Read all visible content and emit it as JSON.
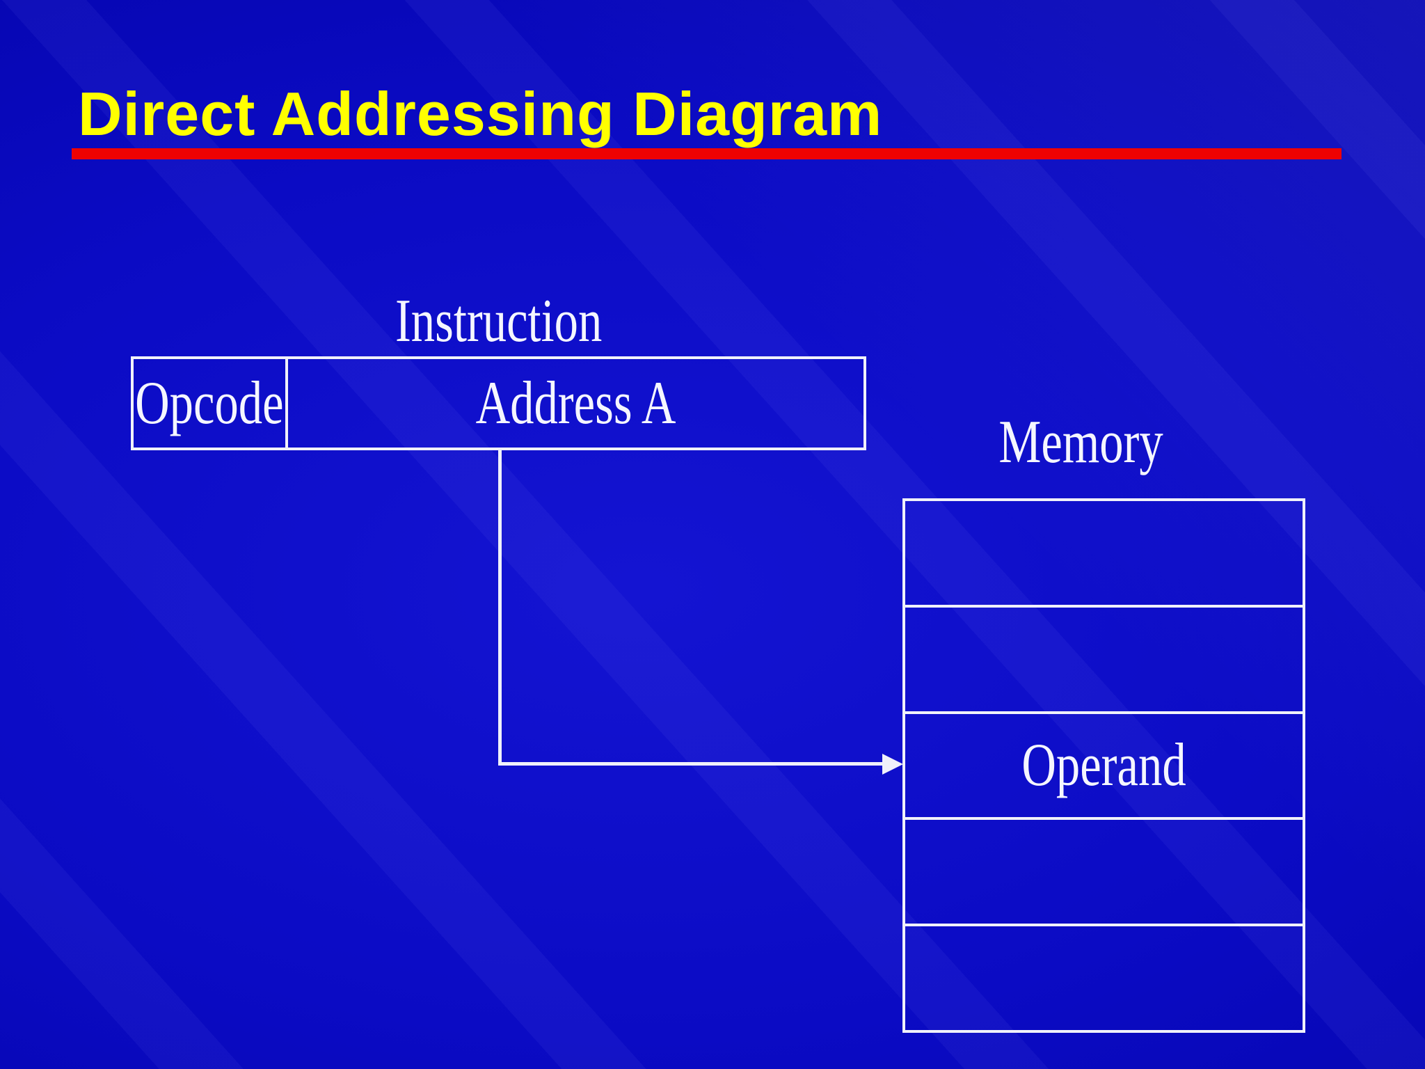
{
  "title": "Direct Addressing Diagram",
  "instruction": {
    "label": "Instruction",
    "opcode": "Opcode",
    "address": "Address A"
  },
  "memory": {
    "label": "Memory",
    "rows": [
      "",
      "",
      "Operand",
      "",
      ""
    ]
  },
  "arrow": {
    "from": "Address A",
    "to": "Operand"
  },
  "colors": {
    "title": "#ffff00",
    "title_underline": "#ee0202",
    "diagram_lines": "#f0f1fa",
    "label_text": "#f5f6ff",
    "background_center": "#1414d2",
    "background_edge": "#000092"
  }
}
